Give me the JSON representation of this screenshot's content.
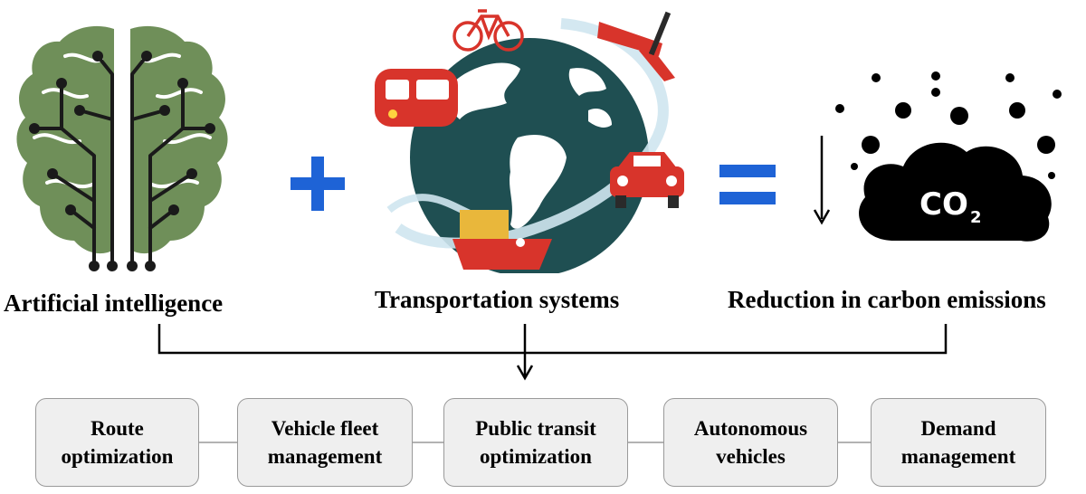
{
  "concepts": {
    "ai_label": "Artificial intelligence",
    "transport_label": "Transportation systems",
    "reduction_label": "Reduction in carbon emissions",
    "co2_main": "CO",
    "co2_sub": "2",
    "plus_symbol": "+",
    "equals_symbol": "="
  },
  "applications": [
    {
      "line1": "Route",
      "line2": "optimization"
    },
    {
      "line1": "Vehicle fleet",
      "line2": "management"
    },
    {
      "line1": "Public transit",
      "line2": "optimization"
    },
    {
      "line1": "Autonomous",
      "line2": "vehicles"
    },
    {
      "line1": "Demand",
      "line2": "management"
    }
  ],
  "colors": {
    "accent_blue": "#1e63d6",
    "brain_green": "#6f8f59",
    "globe_ocean": "#1f4f52",
    "vehicle_red": "#d8342b",
    "box_fill": "#efefef",
    "box_border": "#9a9a9a"
  },
  "icons": [
    "brain-circuit-icon",
    "globe-transport-icon",
    "co2-cloud-icon",
    "down-arrow-icon"
  ]
}
